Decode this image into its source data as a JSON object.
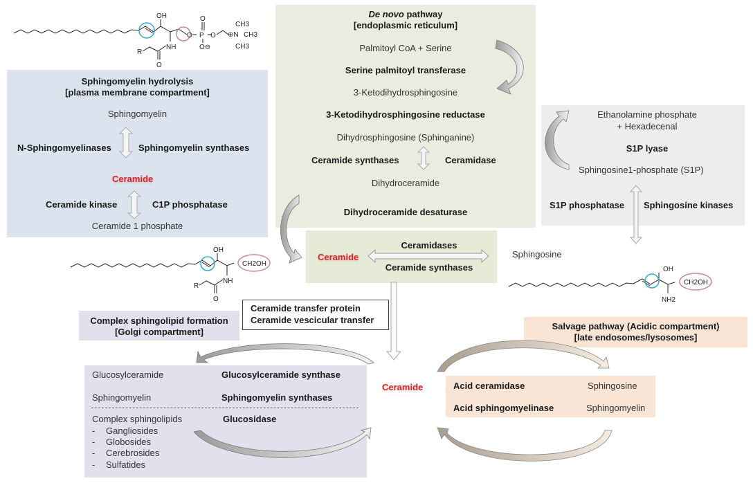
{
  "colors": {
    "sm_box": "#dbe3ef",
    "denovo_box": "#e9ecdf",
    "s1p_box": "#ededed",
    "ceramide_box": "#e6ebd8",
    "golgi_box": "#e1e0ec",
    "salvage_box": "#f8e5d6",
    "ceramide_red": "#d42a2a",
    "circle_blue": "#2fa9d0",
    "circle_pink": "#c98a8f"
  },
  "molecules": {
    "sphingomyelin": {
      "oh": "OH",
      "nh": "NH",
      "r": "R",
      "o": "O",
      "p": "P",
      "o_minus": "O⊖",
      "o_link": "O",
      "ch3_a": "CH3",
      "ch3_b": "CH3",
      "ch3_c": "CH3",
      "n_plus": "⊕N"
    },
    "ceramide": {
      "oh": "OH",
      "ch2oh": "CH2OH",
      "nh": "NH",
      "r": "R",
      "o": "O"
    },
    "sphingosine": {
      "oh": "OH",
      "ch2oh": "CH2OH",
      "nh2": "NH2"
    }
  },
  "sm_hydrolysis": {
    "title_line1": "Sphingomyelin hydrolysis",
    "title_line2": "[plasma membrane compartment]",
    "sphingomyelin": "Sphingomyelin",
    "left_enzyme": "N-Sphingomyelinases",
    "right_enzyme": "Sphingomyelin synthases",
    "ceramide": "Ceramide",
    "left_enzyme2": "Ceramide kinase",
    "right_enzyme2": "C1P phosphatase",
    "product": "Ceramide 1 phosphate"
  },
  "de_novo": {
    "title_italic": "De novo",
    "title_rest": " pathway",
    "title_line2": "[endoplasmic reticulum]",
    "step1": "Palmitoyl CoA + Serine",
    "enzyme1": "Serine palmitoyl transferase",
    "step2": "3-Ketodihydrosphingosine",
    "enzyme2": "3-Ketodihydrosphingosine reductase",
    "step3": "Dihydrosphingosine (Sphinganine)",
    "enzyme3_left": "Ceramide synthases",
    "enzyme3_right": "Ceramidase",
    "step4": "Dihydroceramide",
    "enzyme4": "Dihydroceramide desaturase"
  },
  "s1p": {
    "product_line1": "Ethanolamine phosphate",
    "product_line2": "+ Hexadecenal",
    "enzyme": "S1P lyase",
    "s1p": "Sphingosine1-phosphate (S1P)",
    "left_enzyme": "S1P phosphatase",
    "right_enzyme": "Sphingosine kinases"
  },
  "ceramide_center": {
    "ceramide": "Ceramide",
    "top": "Ceramidases",
    "bottom": "Ceramide synthases"
  },
  "sphingosine_label": "Sphingosine",
  "transfer": {
    "line1": "Ceramide transfer protein",
    "line2": "Ceramide vescicular transfer"
  },
  "golgi": {
    "title_line1": "Complex sphingolipid formation",
    "title_line2": "[Golgi compartment]",
    "rows": [
      {
        "product": "Glucosylceramide",
        "enzyme": "Glucosylceramide synthase"
      },
      {
        "product": "Sphingomyelin",
        "enzyme": "Sphingomyelin synthases"
      }
    ],
    "complex": "Complex sphingolipids",
    "complex_enzyme": "Glucosidase",
    "list": [
      "Gangliosides",
      "Globosides",
      "Cerebrosides",
      "Sulfatides"
    ],
    "bullet": "-"
  },
  "bottom_ceramide": "Ceramide",
  "salvage": {
    "title_line1": "Salvage pathway (Acidic compartment)",
    "title_line2": "[late endosomes/lysosomes]",
    "rows": [
      {
        "enzyme": "Acid ceramidase",
        "product": "Sphingosine"
      },
      {
        "enzyme": "Acid sphingomyelinase",
        "product": "Sphingomyelin"
      }
    ]
  }
}
